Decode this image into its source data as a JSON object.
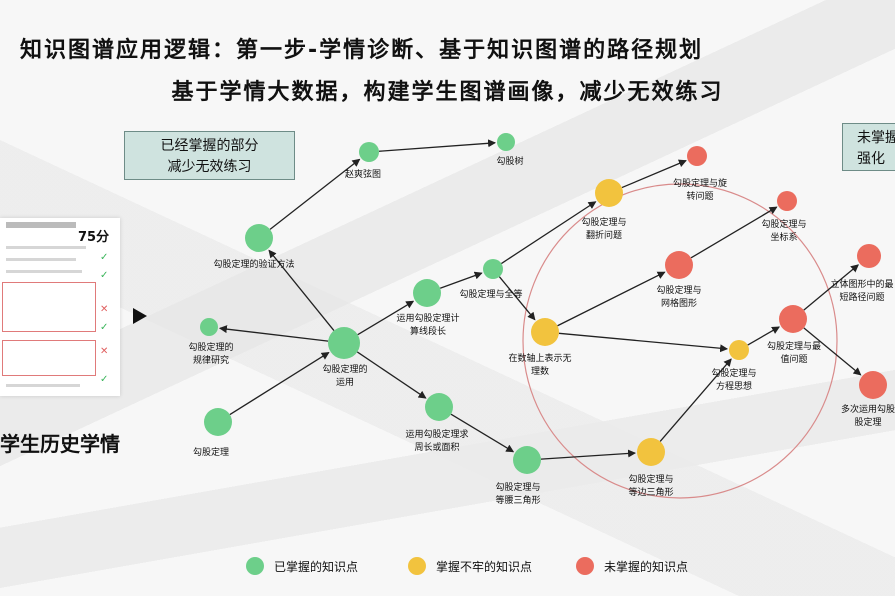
{
  "title_line1": "知识图谱应用逻辑：第一步-学情诊断、基于知识图谱的路径规划",
  "title_line2": "基于学情大数据，构建学生图谱画像，减少无效练习",
  "callout_left": [
    "已经掌握的部分",
    "减少无效练习"
  ],
  "callout_right": [
    "未掌握",
    "强化"
  ],
  "thumbnail": {
    "score": "75分"
  },
  "history_label": "学生历史学情",
  "colors": {
    "mastered": "#6dcf8a",
    "shaky": "#f2c33e",
    "unmastered": "#eb6c5e",
    "circle": "#d98b8b"
  },
  "nodes": [
    {
      "id": "n1",
      "status": "mastered",
      "label": [
        "勾股定理"
      ]
    },
    {
      "id": "n2",
      "status": "mastered",
      "label": [
        "勾股定理的",
        "规律研究"
      ]
    },
    {
      "id": "n3",
      "status": "mastered",
      "label": [
        "勾股定理的",
        "运用"
      ]
    },
    {
      "id": "n4",
      "status": "mastered",
      "label": [
        "勾股定理的验证方法"
      ]
    },
    {
      "id": "n5",
      "status": "mastered",
      "label": [
        "赵爽弦图"
      ]
    },
    {
      "id": "n6",
      "status": "mastered",
      "label": [
        "勾股树"
      ]
    },
    {
      "id": "n7",
      "status": "mastered",
      "label": [
        "运用勾股定理计",
        "算线段长"
      ]
    },
    {
      "id": "n8",
      "status": "mastered",
      "label": [
        "运用勾股定理求",
        "周长或面积"
      ]
    },
    {
      "id": "n9",
      "status": "mastered",
      "label": [
        "勾股定理与",
        "等腰三角形"
      ]
    },
    {
      "id": "n10",
      "status": "mastered",
      "label": [
        "勾股定理与全等"
      ]
    },
    {
      "id": "n11",
      "status": "shaky",
      "label": [
        "勾股定理与",
        "翻折问题"
      ]
    },
    {
      "id": "n12",
      "status": "shaky",
      "label": [
        "在数轴上表示无",
        "理数"
      ]
    },
    {
      "id": "n13",
      "status": "shaky",
      "label": [
        "勾股定理与",
        "方程思想"
      ]
    },
    {
      "id": "n14",
      "status": "shaky",
      "label": [
        "勾股定理与",
        "等边三角形"
      ]
    },
    {
      "id": "n15",
      "status": "unmastered",
      "label": [
        "勾股定理与旋",
        "转问题"
      ]
    },
    {
      "id": "n16",
      "status": "unmastered",
      "label": [
        "勾股定理与",
        "坐标系"
      ]
    },
    {
      "id": "n17",
      "status": "unmastered",
      "label": [
        "勾股定理与",
        "网格图形"
      ]
    },
    {
      "id": "n18",
      "status": "unmastered",
      "label": [
        "勾股定理与最",
        "值问题"
      ]
    },
    {
      "id": "n19",
      "status": "unmastered",
      "label": [
        "立体图形中的最",
        "短路径问题"
      ]
    },
    {
      "id": "n20",
      "status": "unmastered",
      "label": [
        "多次运用勾股",
        "股定理"
      ]
    }
  ],
  "edges": [
    [
      "n1",
      "n3"
    ],
    [
      "n3",
      "n2"
    ],
    [
      "n3",
      "n4"
    ],
    [
      "n4",
      "n5"
    ],
    [
      "n5",
      "n6"
    ],
    [
      "n3",
      "n7"
    ],
    [
      "n3",
      "n8"
    ],
    [
      "n8",
      "n9"
    ],
    [
      "n7",
      "n10"
    ],
    [
      "n10",
      "n11"
    ],
    [
      "n10",
      "n12"
    ],
    [
      "n11",
      "n15"
    ],
    [
      "n12",
      "n13"
    ],
    [
      "n9",
      "n14"
    ],
    [
      "n14",
      "n13"
    ],
    [
      "n17",
      "n16"
    ],
    [
      "n12",
      "n17"
    ],
    [
      "n13",
      "n18"
    ],
    [
      "n18",
      "n19"
    ],
    [
      "n18",
      "n20"
    ]
  ],
  "legend": [
    {
      "status": "mastered",
      "label": "已掌握的知识点"
    },
    {
      "status": "shaky",
      "label": "掌握不牢的知识点"
    },
    {
      "status": "unmastered",
      "label": "未掌握的知识点"
    }
  ]
}
